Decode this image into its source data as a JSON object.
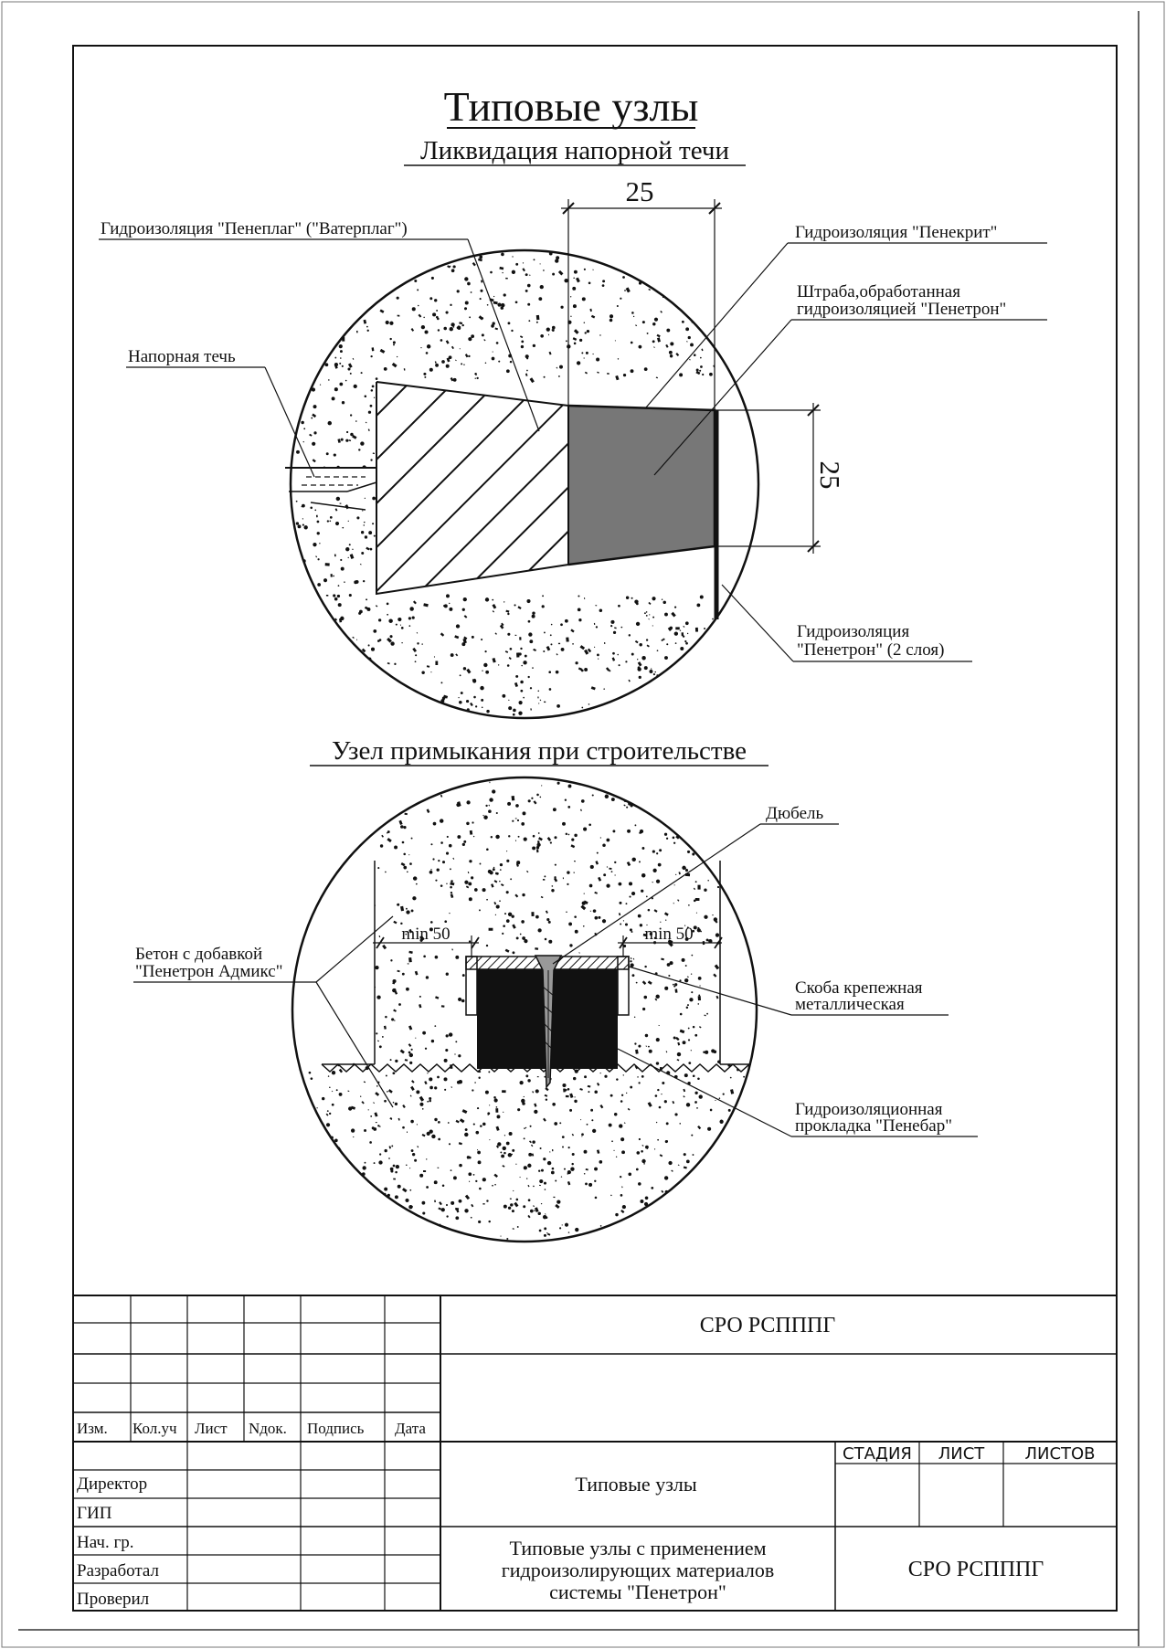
{
  "drawing": {
    "title": "Типовые узлы",
    "section1": {
      "title": "Ликвидация напорной течи",
      "dim_top": "25",
      "dim_right": "25",
      "label_penenplag": "Гидроизоляция \"Пенеплаг\" (\"Ватерплаг\")",
      "label_leak": "Напорная течь",
      "label_penekrit": "Гидроизоляция \"Пенекрит\"",
      "label_groove_1": "Штраба,обработанная",
      "label_groove_2": "гидроизоляцией \"Пенетрон\"",
      "label_penetron_1": "Гидроизоляция",
      "label_penetron_2": "\"Пенетрон\" (2 слоя)"
    },
    "section2": {
      "title": "Узел примыкания при строительстве",
      "label_dowel": "Дюбель",
      "label_concrete_1": "Бетон с добавкой",
      "label_concrete_2": "\"Пенетрон Адмикс\"",
      "label_bracket_1": "Скоба крепежная",
      "label_bracket_2": "металлическая",
      "label_pad_1": "Гидроизоляционная",
      "label_pad_2": "прокладка \"Пенебар\"",
      "dim_left": "min 50",
      "dim_right": "min 50"
    }
  },
  "title_block": {
    "org_top": "СРО РСПППГ",
    "headers": [
      "Изм.",
      "Кол.уч",
      "Лист",
      "Nдок.",
      "Подпись",
      "Дата"
    ],
    "roles": [
      "Директор",
      "ГИП",
      "Нач. гр.",
      "Разработал",
      "Проверил"
    ],
    "stage_headers": [
      "СТАДИЯ",
      "ЛИСТ",
      "ЛИСТОВ"
    ],
    "sheet_title": "Типовые узлы",
    "description_lines": [
      "Типовые узлы с применением",
      "гидроизолирующих материалов",
      "системы \"Пенетрон\""
    ],
    "org_bottom": "СРО РСПППГ"
  }
}
